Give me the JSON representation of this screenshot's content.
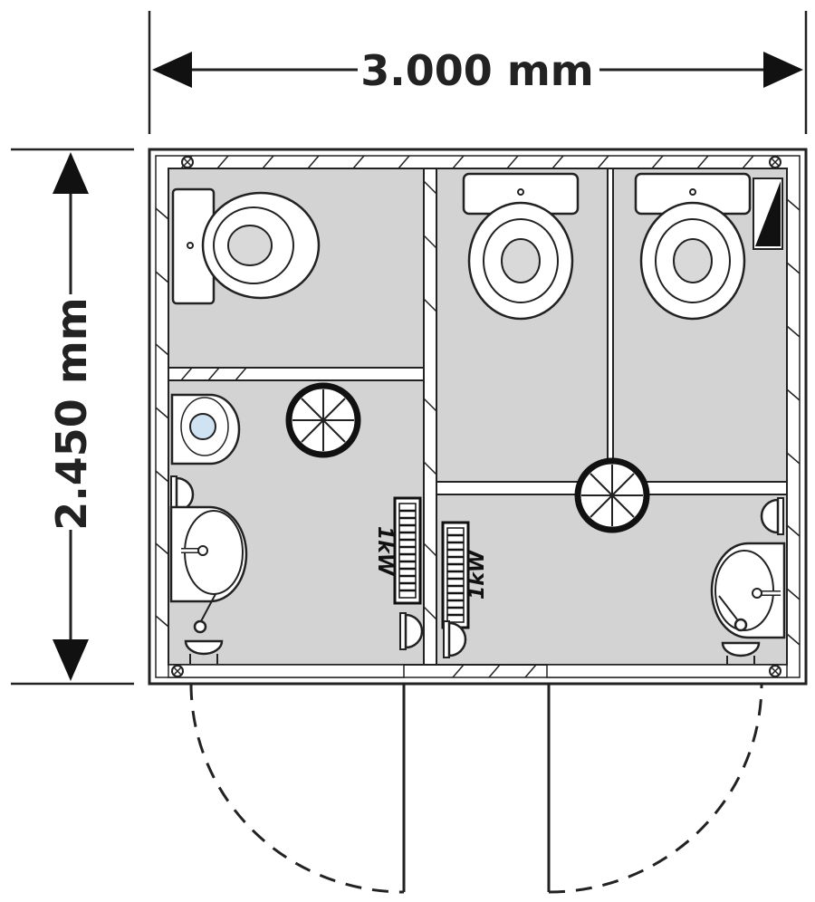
{
  "dimensions": {
    "width_label": "3.000 mm",
    "height_label": "2.450 mm"
  },
  "heaters": [
    {
      "label": "1kW"
    },
    {
      "label": "1kW"
    }
  ],
  "colors": {
    "floor": "#d3d3d3",
    "wall": "#ffffff",
    "line": "#222222",
    "water": "#cfe3f3"
  }
}
